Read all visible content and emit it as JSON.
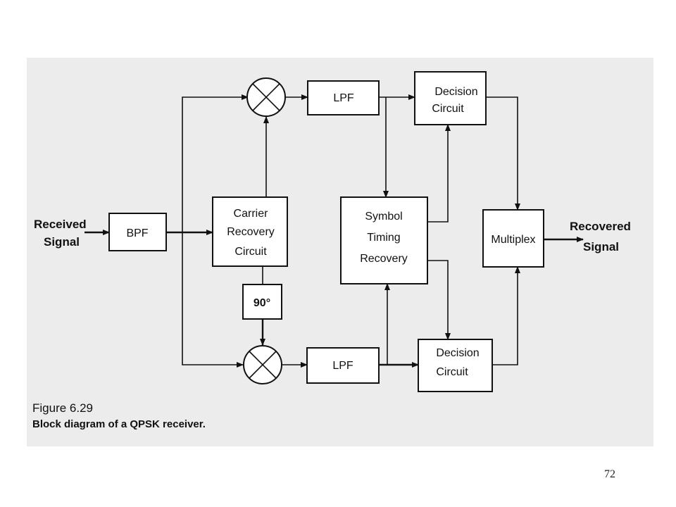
{
  "input": {
    "line1": "Received",
    "line2": "Signal"
  },
  "output": {
    "line1": "Recovered",
    "line2": "Signal"
  },
  "blocks": {
    "bpf": "BPF",
    "carrier": [
      "Carrier",
      "Recovery",
      "Circuit"
    ],
    "phase_shift": "90°",
    "lpf_top": "LPF",
    "lpf_bottom": "LPF",
    "symbol": [
      "Symbol",
      "Timing",
      "Recovery"
    ],
    "decision_top": [
      "Decision",
      "Circuit"
    ],
    "decision_bottom": [
      "Decision",
      "Circuit"
    ],
    "multiplex": "Multiplex"
  },
  "caption": {
    "figure": "Figure 6.29",
    "text": "Block diagram of a QPSK receiver."
  },
  "page_number": "72"
}
